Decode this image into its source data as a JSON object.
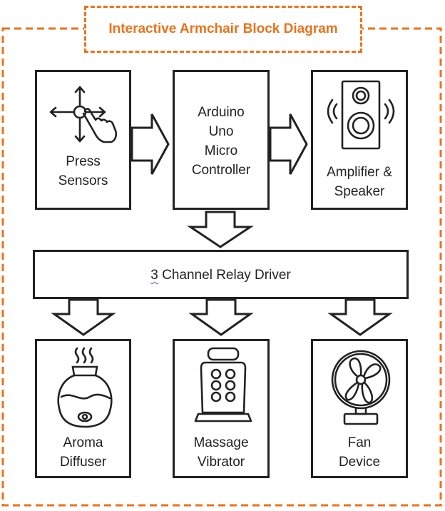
{
  "title": "Interactive Armchair Block Diagram",
  "colors": {
    "accent": "#e8731c",
    "stroke": "#222222"
  },
  "blocks": {
    "press_sensors": {
      "line1": "Press",
      "line2": "Sensors"
    },
    "controller": {
      "line1": "Arduino",
      "line2": "Uno",
      "line3": "Micro",
      "line4": "Controller"
    },
    "amplifier": {
      "line1": "Amplifier &",
      "line2": "Speaker"
    },
    "relay": {
      "label_num": "3",
      "label_rest": " Channel Relay Driver"
    },
    "aroma": {
      "line1": "Aroma",
      "line2": "Diffuser"
    },
    "massage": {
      "line1": "Massage",
      "line2": "Vibrator"
    },
    "fan": {
      "line1": "Fan",
      "line2": "Device"
    }
  },
  "icons": [
    "hand-press-icon",
    "speaker-icon",
    "humidifier-icon",
    "massage-seat-icon",
    "fan-icon"
  ]
}
